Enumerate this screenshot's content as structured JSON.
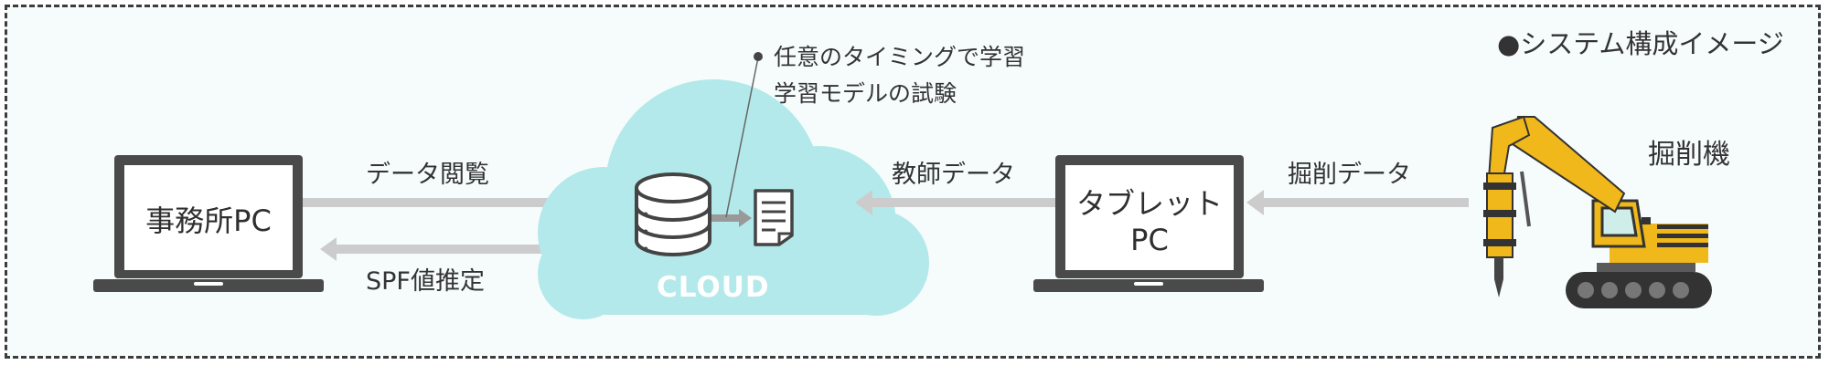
{
  "title": "●システム構成イメージ",
  "nodes": {
    "office_pc": "事務所PC",
    "cloud": "CLOUD",
    "tablet_pc_line1": "タブレット",
    "tablet_pc_line2": "PC",
    "excavator": "掘削機"
  },
  "edges": {
    "data_view": "データ閲覧",
    "spf_estimate": "SPF値推定",
    "teacher_data": "教師データ",
    "excavation_data": "掘削データ"
  },
  "callout": {
    "line1": "任意のタイミングで学習",
    "line2": "学習モデルの試験"
  },
  "colors": {
    "cloud": "#b3e9ea",
    "device": "#4a4a4a",
    "arrow": "#cccccc",
    "excavator_body": "#f0b81a",
    "frame_border": "#3c3c3c"
  }
}
